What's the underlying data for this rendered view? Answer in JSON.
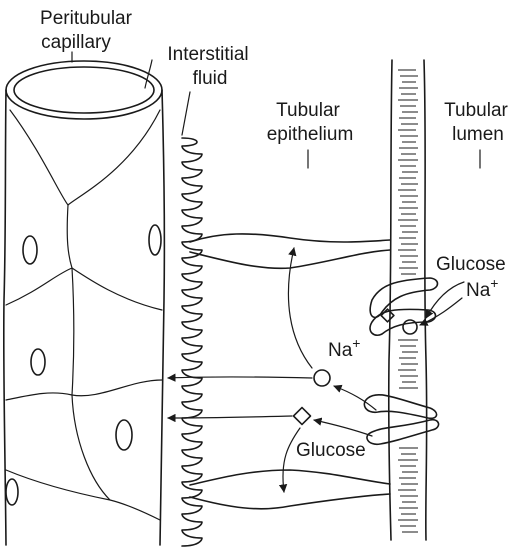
{
  "labels": {
    "peritubular_line1": "Peritubular",
    "peritubular_line2": "capillary",
    "interstitial_line1": "Interstitial",
    "interstitial_line2": "fluid",
    "epithelium_line1": "Tubular",
    "epithelium_line2": "epithelium",
    "lumen_line1": "Tubular",
    "lumen_line2": "lumen",
    "glucose_top": "Glucose",
    "na_top": "Na",
    "na_middle": "Na",
    "glucose_bottom": "Glucose",
    "plus": "+"
  },
  "colors": {
    "ink": "#1a1a1a",
    "background": "#ffffff"
  }
}
